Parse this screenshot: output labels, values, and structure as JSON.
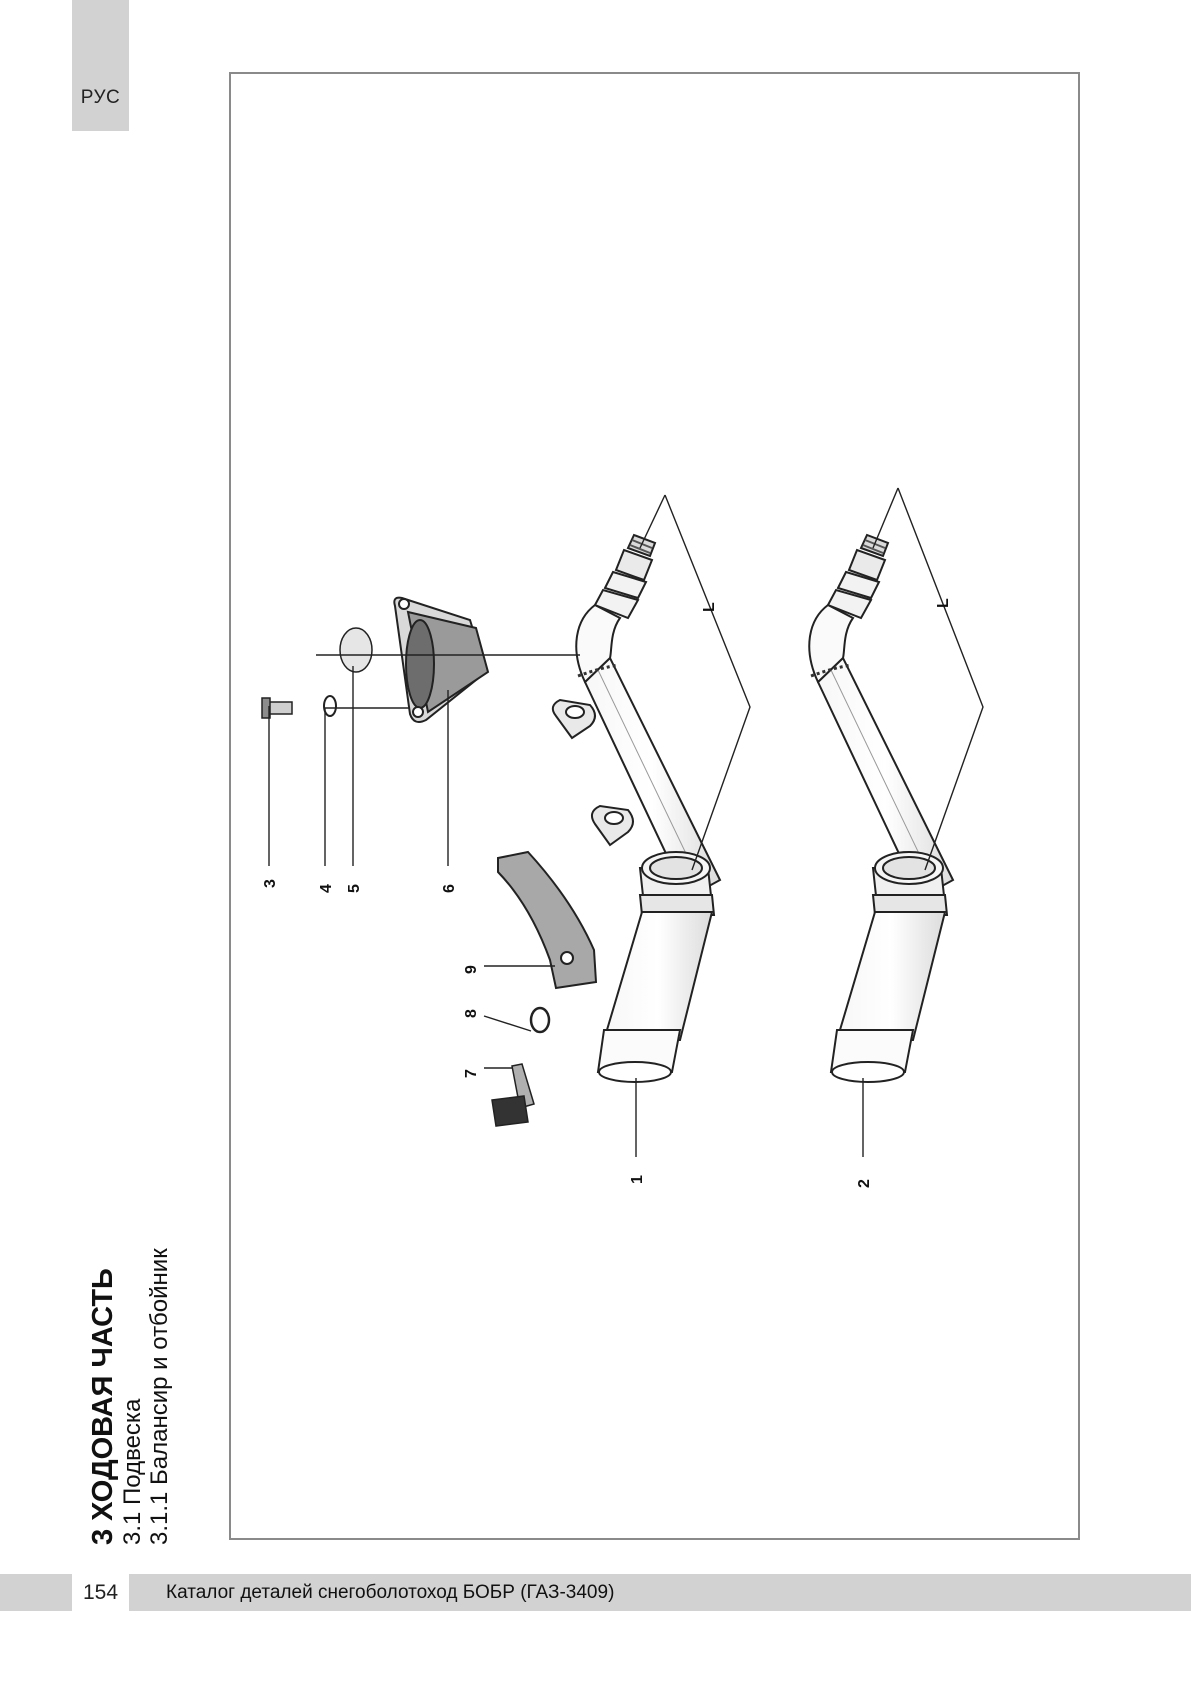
{
  "lang_tab": "РУС",
  "heading": {
    "section": "3 ХОДОВАЯ ЧАСТЬ",
    "subsection": "3.1 Подвеска",
    "subsubsection": "3.1.1 Балансир и отбойник"
  },
  "callouts": {
    "c1": "1",
    "c2": "2",
    "c3": "3",
    "c4": "4",
    "c5": "5",
    "c6": "6",
    "c7": "7",
    "c8": "8",
    "c9": "9",
    "cL1": "L",
    "cL2": "L"
  },
  "footer": {
    "page_number": "154",
    "catalog_title": "Каталог деталей снегоболотоход БОБР (ГАЗ-3409)"
  },
  "colors": {
    "tab_gray": "#d2d2d2",
    "frame_gray": "#8a8a8a"
  }
}
